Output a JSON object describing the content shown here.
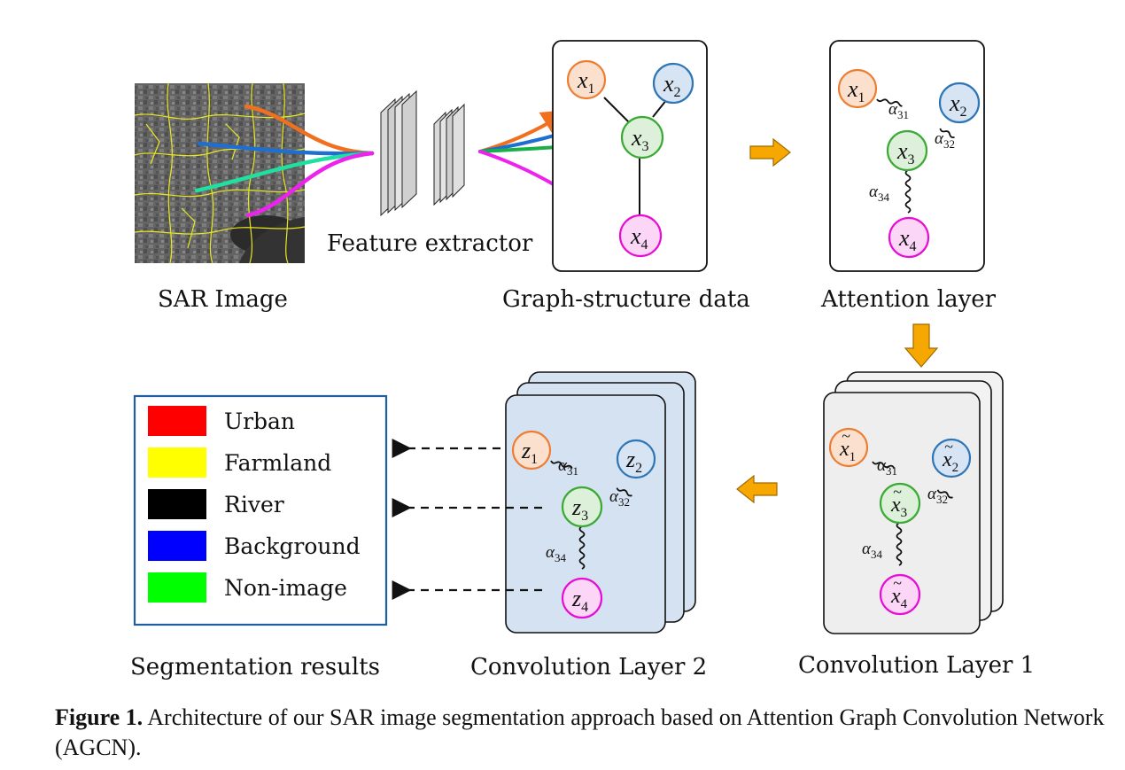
{
  "labels": {
    "sar_image": "SAR Image",
    "feature_extractor": "Feature extractor",
    "graph_structure": "Graph-structure data",
    "attention_layer": "Attention layer",
    "conv_layer_1": "Convolution Layer 1",
    "conv_layer_2": "Convolution Layer 2",
    "segmentation_results": "Segmentation results"
  },
  "nodes": {
    "x1": "x",
    "x1_sub": "1",
    "x2": "x",
    "x2_sub": "2",
    "x3": "x",
    "x3_sub": "3",
    "x4": "x",
    "x4_sub": "4",
    "z": "z",
    "alpha": "α",
    "a31": "31",
    "a32": "32",
    "a34": "34",
    "tilde": "~"
  },
  "legend": [
    {
      "label": "Urban",
      "color": "#ff0000"
    },
    {
      "label": "Farmland",
      "color": "#ffff00"
    },
    {
      "label": "River",
      "color": "#000000"
    },
    {
      "label": "Background",
      "color": "#0000ff"
    },
    {
      "label": "Non-image",
      "color": "#00ff00"
    }
  ],
  "colors": {
    "node_orange": "#ed7d31",
    "node_blue": "#2e75b6",
    "node_green": "#3aaa35",
    "node_magenta": "#e60ed6",
    "arrow_orange": "#f7a800",
    "curve_orange": "#f07020",
    "curve_blue": "#1f6fd0",
    "curve_green": "#19b04a",
    "curve_teal": "#1fe0a0",
    "curve_magenta": "#ee22ee",
    "conv2_fill": "#d5e2f1",
    "conv1_fill": "#eeeeee",
    "legend_border": "#1f5fa0"
  },
  "caption": {
    "figure": "Figure 1.",
    "text": "Architecture of our SAR image segmentation approach based on Attention Graph Convolution Network (AGCN)."
  }
}
